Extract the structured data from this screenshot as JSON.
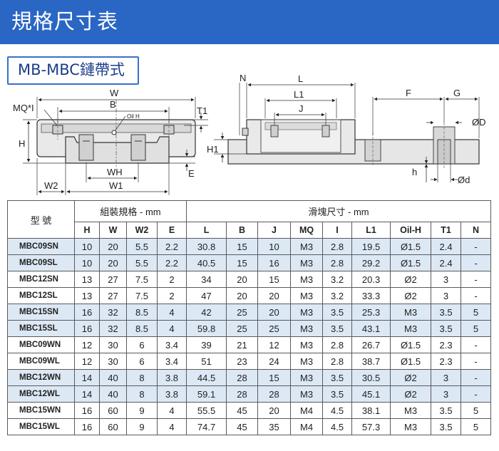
{
  "banner_title": "規格尺寸表",
  "subtitle": "MB-MBC鏈帶式",
  "diagram": {
    "labels": {
      "W": "W",
      "B": "B",
      "MQ": "MQ*I",
      "T1": "T1",
      "oil": "Oil H",
      "H": "H",
      "E": "E",
      "WH": "WH",
      "W2": "W2",
      "W1": "W1",
      "N": "N",
      "L": "L",
      "L1": "L1",
      "J": "J",
      "F": "F",
      "G": "G",
      "OD": "ØD",
      "H1": "H1",
      "h": "h",
      "Od": "Ød"
    }
  },
  "table": {
    "model_header": "型 號",
    "group1": "組裝規格 - mm",
    "group2": "滑塊尺寸 - mm",
    "columns": [
      "H",
      "W",
      "W2",
      "E",
      "L",
      "B",
      "J",
      "MQ",
      "I",
      "L1",
      "Oil-H",
      "T1",
      "N"
    ],
    "rows": [
      {
        "model": "MBC09SN",
        "cells": [
          "10",
          "20",
          "5.5",
          "2.2",
          "30.8",
          "15",
          "10",
          "M3",
          "2.8",
          "19.5",
          "Ø1.5",
          "2.4",
          "-"
        ]
      },
      {
        "model": "MBC09SL",
        "cells": [
          "10",
          "20",
          "5.5",
          "2.2",
          "40.5",
          "15",
          "16",
          "M3",
          "2.8",
          "29.2",
          "Ø1.5",
          "2.4",
          "-"
        ]
      },
      {
        "model": "MBC12SN",
        "cells": [
          "13",
          "27",
          "7.5",
          "2",
          "34",
          "20",
          "15",
          "M3",
          "3.2",
          "20.3",
          "Ø2",
          "3",
          "-"
        ]
      },
      {
        "model": "MBC12SL",
        "cells": [
          "13",
          "27",
          "7.5",
          "2",
          "47",
          "20",
          "20",
          "M3",
          "3.2",
          "33.3",
          "Ø2",
          "3",
          "-"
        ]
      },
      {
        "model": "MBC15SN",
        "cells": [
          "16",
          "32",
          "8.5",
          "4",
          "42",
          "25",
          "20",
          "M3",
          "3.5",
          "25.3",
          "M3",
          "3.5",
          "5"
        ]
      },
      {
        "model": "MBC15SL",
        "cells": [
          "16",
          "32",
          "8.5",
          "4",
          "59.8",
          "25",
          "25",
          "M3",
          "3.5",
          "43.1",
          "M3",
          "3.5",
          "5"
        ]
      },
      {
        "model": "MBC09WN",
        "cells": [
          "12",
          "30",
          "6",
          "3.4",
          "39",
          "21",
          "12",
          "M3",
          "2.8",
          "26.7",
          "Ø1.5",
          "2.3",
          "-"
        ]
      },
      {
        "model": "MBC09WL",
        "cells": [
          "12",
          "30",
          "6",
          "3.4",
          "51",
          "23",
          "24",
          "M3",
          "2.8",
          "38.7",
          "Ø1.5",
          "2.3",
          "-"
        ]
      },
      {
        "model": "MBC12WN",
        "cells": [
          "14",
          "40",
          "8",
          "3.8",
          "44.5",
          "28",
          "15",
          "M3",
          "3.5",
          "30.5",
          "Ø2",
          "3",
          "-"
        ]
      },
      {
        "model": "MBC12WL",
        "cells": [
          "14",
          "40",
          "8",
          "3.8",
          "59.1",
          "28",
          "28",
          "M3",
          "3.5",
          "45.1",
          "Ø2",
          "3",
          "-"
        ]
      },
      {
        "model": "MBC15WN",
        "cells": [
          "16",
          "60",
          "9",
          "4",
          "55.5",
          "45",
          "20",
          "M4",
          "4.5",
          "38.1",
          "M3",
          "3.5",
          "5"
        ]
      },
      {
        "model": "MBC15WL",
        "cells": [
          "16",
          "60",
          "9",
          "4",
          "74.7",
          "45",
          "35",
          "M4",
          "4.5",
          "57.3",
          "M3",
          "3.5",
          "5"
        ]
      }
    ],
    "shaded_rows": [
      0,
      1,
      4,
      5,
      8,
      9
    ]
  }
}
